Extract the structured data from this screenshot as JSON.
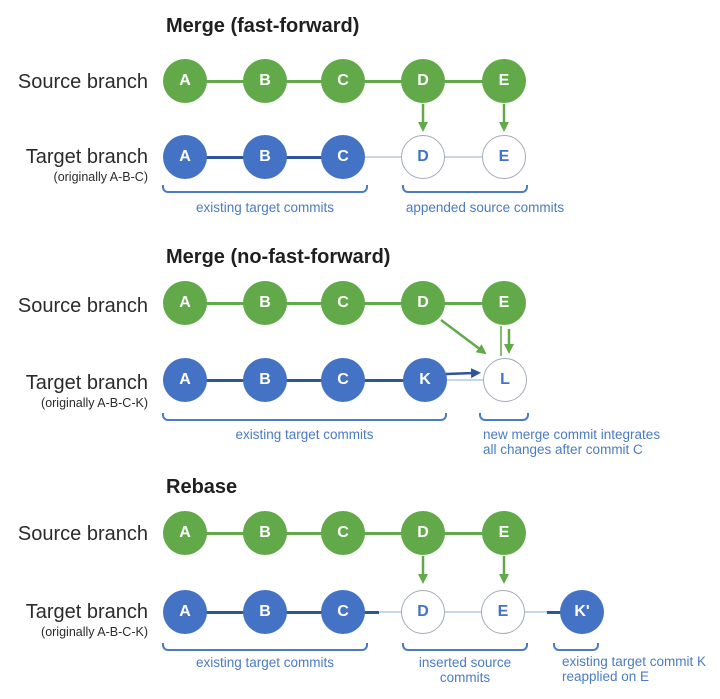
{
  "diagram": {
    "sections": [
      {
        "title": "Merge (fast-forward)",
        "labels": {
          "source": "Source branch",
          "target": "Target branch",
          "target_sub": "(originally A-B-C)"
        },
        "source_commits": [
          "A",
          "B",
          "C",
          "D",
          "E"
        ],
        "target_commits": [
          "A",
          "B",
          "C",
          "D",
          "E"
        ],
        "captions": {
          "existing": "existing target commits",
          "appended": "appended source commits"
        }
      },
      {
        "title": "Merge (no-fast-forward)",
        "labels": {
          "source": "Source branch",
          "target": "Target branch",
          "target_sub": "(originally A-B-C-K)"
        },
        "source_commits": [
          "A",
          "B",
          "C",
          "D",
          "E"
        ],
        "target_commits": [
          "A",
          "B",
          "C",
          "K",
          "L"
        ],
        "captions": {
          "existing": "existing target commits",
          "merge_note_1": "new merge commit integrates",
          "merge_note_2": "all changes after commit C"
        }
      },
      {
        "title": "Rebase",
        "labels": {
          "source": "Source branch",
          "target": "Target branch",
          "target_sub": "(originally A-B-C-K)"
        },
        "source_commits": [
          "A",
          "B",
          "C",
          "D",
          "E"
        ],
        "target_commits": [
          "A",
          "B",
          "C",
          "D",
          "E",
          "K'"
        ],
        "captions": {
          "existing": "existing target commits",
          "inserted": "inserted source commits",
          "reapplied_1": "existing target commit K",
          "reapplied_2": "reapplied on E"
        }
      }
    ],
    "colors": {
      "source_green": "#62a94a",
      "target_blue": "#4472c4",
      "dark_line_blue": "#2f5597",
      "light_line": "#c9d6e8",
      "outline_ring": "#a3aab6",
      "caption_blue": "#4a7bc4",
      "title_black": "#1f1f1f"
    }
  }
}
